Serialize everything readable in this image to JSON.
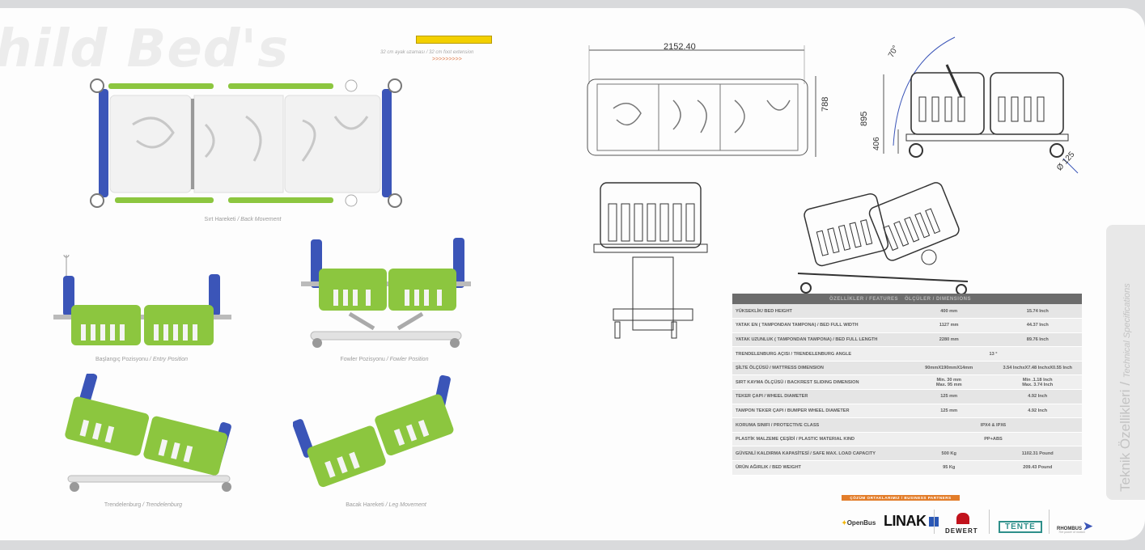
{
  "watermark": "hild Bed's",
  "extension": {
    "text": "32 cm ayak uzaması / 32 cm foot extension",
    "arrows": ">>>>>>>>>"
  },
  "captions": {
    "top": {
      "tr": "Sırt Hareketi",
      "en": "Back Movement"
    },
    "entry": {
      "tr": "Başlangıç Pozisyonu",
      "en": "Entry Position"
    },
    "fowler": {
      "tr": "Fowler Pozisyonu",
      "en": "Fowler Position"
    },
    "trendelenburg": {
      "tr": "Trendelenburg",
      "en": "Trendelenburg"
    },
    "leg": {
      "tr": "Bacak Hareketi",
      "en": "Leg Movement"
    }
  },
  "drawing": {
    "length": "2152.40",
    "width": "788",
    "height_total": "895",
    "height_min": "406",
    "angle": "70°",
    "wheel": "Ø 125"
  },
  "side_tab": {
    "tr": "Teknik Özellikleri",
    "sep": " / ",
    "en": "Technical Specifications"
  },
  "spec_table": {
    "header_features": "ÖZELLİKLER / FEATURES",
    "header_dimensions": "ÖLÇÜLER / DIMENSIONS",
    "rows": [
      {
        "label": "YÜKSEKLİK/ BED HEIGHT",
        "metric": "400 mm",
        "imperial": "15.74 Inch"
      },
      {
        "label": "YATAK EN ( TAMPONDAN TAMPONA) / BED FULL WIDTH",
        "metric": "1127 mm",
        "imperial": "44.37 Inch"
      },
      {
        "label": "YATAK UZUNLUK ( TAMPONDAN TAMPONA) / BED FULL LENGTH",
        "metric": "2280 mm",
        "imperial": "89.76 Inch"
      },
      {
        "label": "TRENDELENBURG AÇISI / TRENDELENBURG ANGLE",
        "merged": "13 °"
      },
      {
        "label": "ŞİLTE ÖLÇÜSÜ / MATTRESS DIMENSION",
        "metric": "90mmX190mmX14mm",
        "imperial": "3.54 InchxX7.48 InchxX0.55 Inch"
      },
      {
        "label": "SIRT KAYMA ÖLÇÜSÜ / BACKREST SLIDING DIMENSION",
        "metric": "Min. 30 mm\nMax. 95 mm",
        "imperial": "Min .1.18 Inch\nMax. 3.74 Inch"
      },
      {
        "label": "TEKER ÇAPI / WHEEL DIAMETER",
        "metric": "125 mm",
        "imperial": "4.92 Inch"
      },
      {
        "label": "TAMPON TEKER ÇAPI / BUMPER WHEEL DIAMETER",
        "metric": "125 mm",
        "imperial": "4.92 Inch"
      },
      {
        "label": "KORUMA SINIFI / PROTECTIVE CLASS",
        "merged": "IPX4 & IPX6"
      },
      {
        "label": "PLASTİK MALZEME ÇEŞİDİ / PLASTIC MATERIAL KIND",
        "merged": "PP+ABS"
      },
      {
        "label": "GÜVENLİ KALDIRMA KAPASİTESİ / SAFE MAX. LOAD CAPACITY",
        "metric": "500 Kg",
        "imperial": "1102.31 Pound"
      },
      {
        "label": "ÜRÜN AĞIRLIK / BED WEIGHT",
        "metric": "95 Kg",
        "imperial": "209.43 Pound"
      }
    ]
  },
  "partners": {
    "header": "ÇÖZÜM ORTAKLARIMIZ / BUSINESS PARTNERS",
    "openbus": "OpenBus",
    "linak": "LINAK",
    "dewert": "DEWERT",
    "tente": "TENTE",
    "rhombus": "RHOMBUS",
    "rhombus_tag": "The power of motion"
  },
  "colors": {
    "green": "#8cc63f",
    "blue": "#3b55b8",
    "orange": "#e37d2a",
    "yellow": "#f3d000"
  }
}
